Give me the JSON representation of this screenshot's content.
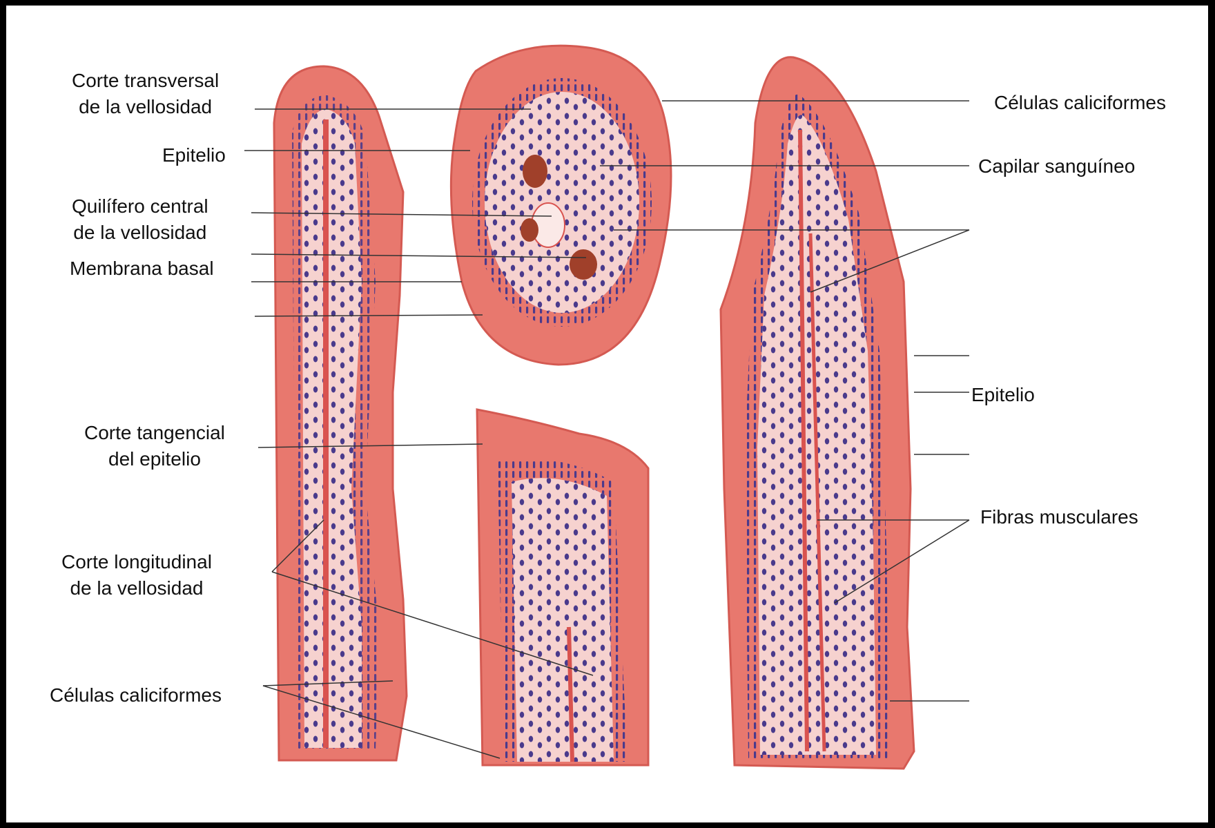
{
  "labels_left": {
    "corte_transversal": [
      "Corte transversal",
      "de la vellosidad"
    ],
    "epitelio": "Epitelio",
    "quilifero": [
      "Quilífero central",
      "de la vellosidad"
    ],
    "membrana_basal": "Membrana basal",
    "corte_tangencial": [
      "Corte tangencial",
      "del epitelio"
    ],
    "corte_longitudinal": [
      "Corte longitudinal",
      "de la vellosidad"
    ],
    "celulas_caliciformes": "Células caliciformes"
  },
  "labels_right": {
    "celulas_caliciformes": "Células caliciformes",
    "capilar_sanguineo": "Capilar sanguíneo",
    "epitelio": "Epitelio",
    "fibras_musculares": "Fibras musculares"
  },
  "colors": {
    "border": "#000000",
    "background": "#ffffff",
    "epithelium": "#e8786e",
    "epithelium_edge": "#d45a52",
    "lamina": "#f6d2cf",
    "nuclei": "#4a3a8c",
    "vessel": "#d9534f",
    "leader_line": "#333333"
  }
}
